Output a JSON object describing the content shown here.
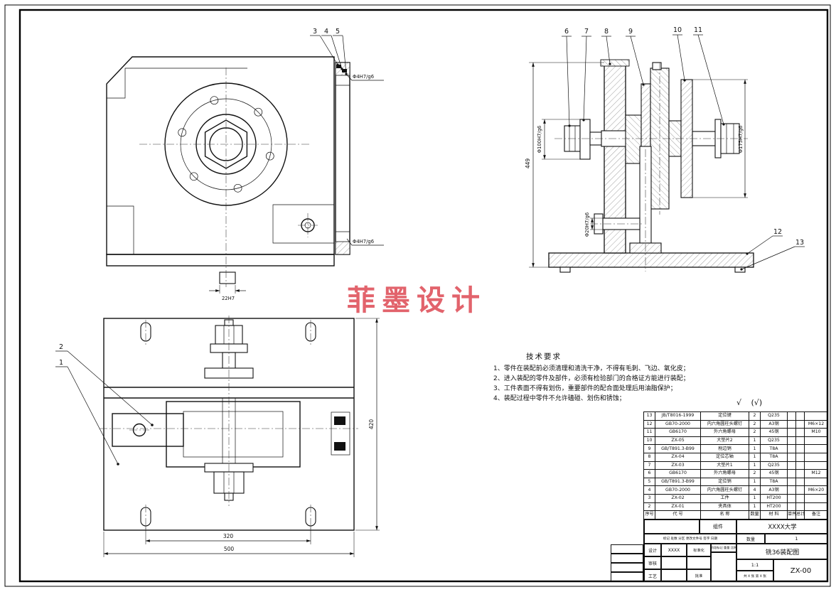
{
  "watermark": "菲墨设计",
  "marks": {
    "check": "√",
    "check_paren": "(√)"
  },
  "tech": {
    "title": "技术要求",
    "items": [
      "1、零件在装配前必须清理和清洗干净，不得有毛刺、飞边、氧化皮；",
      "2、进入装配的零件及部件，必须有检验部门的合格证方能进行装配；",
      "3、工件表面不得有划伤，重要部件的配合面处理后用油脂保护；",
      "4、装配过程中零件不允许磕碰、划伤和锈蚀；"
    ]
  },
  "dims": {
    "d4_top": "Φ4H7/g6",
    "d4_bottom": "Φ4H7/g6",
    "d22": "22H7",
    "d100": "Φ100H7/g6",
    "d175": "Φ175H7/g6",
    "d20": "Φ20H7/g6",
    "d449": "449",
    "d320": "320",
    "d500": "500",
    "d420": "420"
  },
  "balloons": {
    "b1": "1",
    "b2": "2",
    "b3": "3",
    "b4": "4",
    "b5": "5",
    "b6": "6",
    "b7": "7",
    "b8": "8",
    "b9": "9",
    "b10": "10",
    "b11": "11",
    "b12": "12",
    "b13": "13"
  },
  "bom": {
    "headers": {
      "no": "序号",
      "code": "代 号",
      "name": "名 称",
      "qty": "数量",
      "material": "材 料",
      "unit": "单件",
      "total": "总计",
      "remark": "备注"
    },
    "rows": [
      {
        "no": "13",
        "code": "JB/T8016-1999",
        "name": "定位键",
        "qty": "2",
        "material": "Q235",
        "remark": ""
      },
      {
        "no": "12",
        "code": "GB70-2000",
        "name": "内六角圆柱头螺钉",
        "qty": "2",
        "material": "A3钢",
        "remark": "M6×12"
      },
      {
        "no": "11",
        "code": "GB6170",
        "name": "外六角螺母",
        "qty": "2",
        "material": "45钢",
        "remark": "M10"
      },
      {
        "no": "10",
        "code": "ZX-05",
        "name": "大垫片2",
        "qty": "1",
        "material": "Q235",
        "remark": ""
      },
      {
        "no": "9",
        "code": "GB/T891.3-B99",
        "name": "削边销",
        "qty": "1",
        "material": "T8A",
        "remark": ""
      },
      {
        "no": "8",
        "code": "ZX-04",
        "name": "定位芯轴",
        "qty": "1",
        "material": "T8A",
        "remark": ""
      },
      {
        "no": "7",
        "code": "ZX-03",
        "name": "大垫片1",
        "qty": "1",
        "material": "Q235",
        "remark": ""
      },
      {
        "no": "6",
        "code": "GB6170",
        "name": "外六角螺母",
        "qty": "2",
        "material": "45钢",
        "remark": "M12"
      },
      {
        "no": "5",
        "code": "GB/T891.3-B99",
        "name": "定位销",
        "qty": "1",
        "material": "T8A",
        "remark": ""
      },
      {
        "no": "4",
        "code": "GB70-2000",
        "name": "内六角圆柱头螺钉",
        "qty": "4",
        "material": "A3钢",
        "remark": "M6×20"
      },
      {
        "no": "3",
        "code": "ZX-02",
        "name": "工件",
        "qty": "1",
        "material": "HT200",
        "remark": ""
      },
      {
        "no": "2",
        "code": "ZX-01",
        "name": "夹具体",
        "qty": "1",
        "material": "HT200",
        "remark": ""
      }
    ]
  },
  "title_block": {
    "part_type": "组件",
    "unit": "XXXX大学",
    "qty_label": "数量",
    "qty_value": "1",
    "drawing_name": "铣36装配图",
    "drawing_no": "ZX-00",
    "scale_value": "1:1",
    "sheet_info": "共 X 张 第 X 张",
    "change_header": "标记 处数 分区 更改文件号 签字 日期",
    "design_label": "设计",
    "design_value": "XXXX",
    "std_label": "标准化",
    "stage_header": "阶段标记 重量 比例",
    "check_label": "审核",
    "process_label": "工艺",
    "approve_label": "批准"
  }
}
